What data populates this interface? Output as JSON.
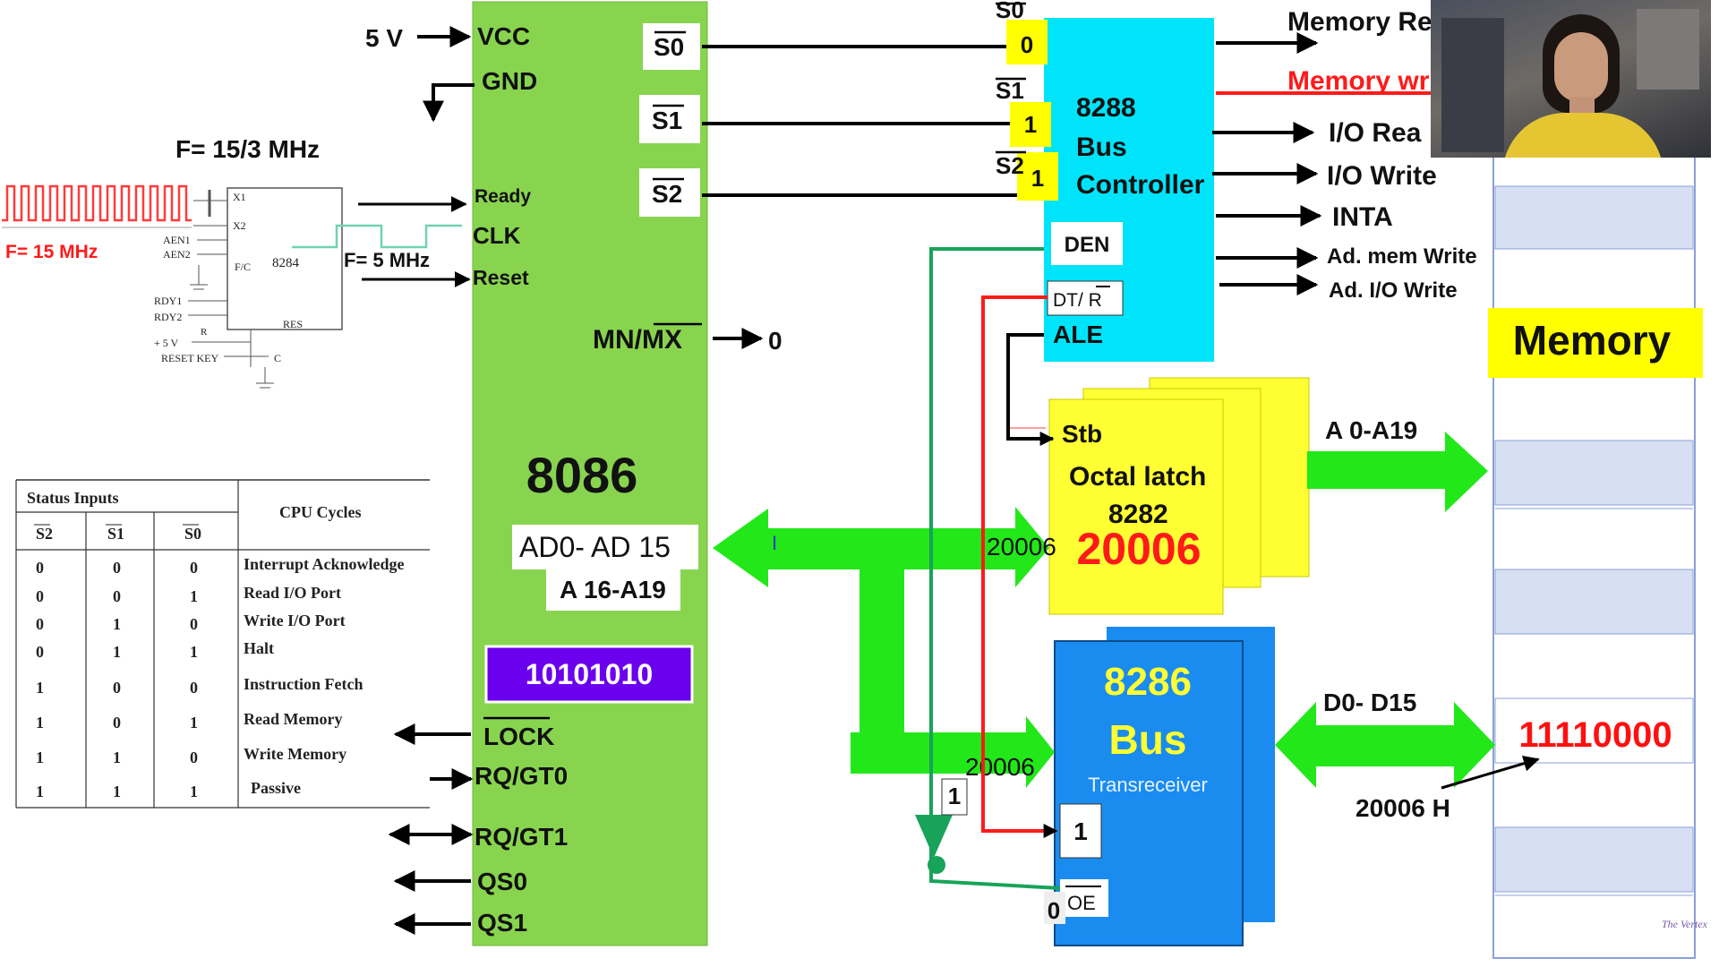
{
  "cpu": {
    "name": "8086",
    "pins_left": {
      "vcc": "VCC",
      "gnd": "GND",
      "ready": "Ready",
      "clk": "CLK",
      "reset": "Reset",
      "lock": "LOCK",
      "rqgt0": "RQ/GT0",
      "rqgt1": "RQ/GT1",
      "qs0": "QS0",
      "qs1": "QS1"
    },
    "status_pins": [
      "S0",
      "S1",
      "S2"
    ],
    "mn_mx": "MN/MX",
    "mn_mx_value": "0",
    "bus_labels": [
      "AD0- AD 15",
      "A 16-A19"
    ],
    "data_value": "10101010",
    "vcc_input": "5 V"
  },
  "clock": {
    "freq_in": "F= 15 MHz",
    "freq_divided": "F= 15/3 MHz",
    "freq_out": "F= 5 MHz",
    "chip": "8284",
    "pins": [
      "X1",
      "X2",
      "AEN1",
      "AEN2",
      "F/C",
      "RDY1",
      "RDY2",
      "R",
      "+ 5 V",
      "RESET KEY",
      "RES",
      "C"
    ]
  },
  "bus_controller": {
    "title_lines": [
      "8288",
      "Bus",
      "Controller"
    ],
    "inputs": [
      "0",
      "1",
      "1"
    ],
    "input_labels": [
      "S0",
      "S1",
      "S2"
    ],
    "pins": [
      "DEN",
      "DT/ R",
      "ALE"
    ],
    "outputs": [
      "Memory Re",
      "Memory wr",
      "I/O Rea",
      "I/O Write",
      "INTA",
      "Ad. mem Write",
      "Ad. I/O Write"
    ]
  },
  "latch": {
    "stb": "Stb",
    "lines": [
      "Octal latch",
      "8282"
    ],
    "value": "20006",
    "addr_in": "20006",
    "addr_bus": "A 0-A19"
  },
  "transceiver": {
    "lines": [
      "8286",
      "Bus",
      "Transreceiver"
    ],
    "dir_value": "1",
    "oe_label": "OE",
    "oe_value": "0",
    "addr_in": "20006",
    "gate_value": "1",
    "data_bus": "D0- D15"
  },
  "memory": {
    "title": "Memory",
    "value": "11110000",
    "address": "20006 H"
  },
  "status_table": {
    "header_group": "Status Inputs",
    "header_cycles": "CPU Cycles",
    "cols": [
      "S2",
      "S1",
      "S0"
    ],
    "rows": [
      {
        "s2": "0",
        "s1": "0",
        "s0": "0",
        "cycle": "Interrupt Acknowledge"
      },
      {
        "s2": "0",
        "s1": "0",
        "s0": "1",
        "cycle": "Read I/O Port"
      },
      {
        "s2": "0",
        "s1": "1",
        "s0": "0",
        "cycle": "Write I/O Port"
      },
      {
        "s2": "0",
        "s1": "1",
        "s0": "1",
        "cycle": "Halt"
      },
      {
        "s2": "1",
        "s1": "0",
        "s0": "0",
        "cycle": "Instruction Fetch"
      },
      {
        "s2": "1",
        "s1": "0",
        "s0": "1",
        "cycle": "Read Memory"
      },
      {
        "s2": "1",
        "s1": "1",
        "s0": "0",
        "cycle": "Write Memory"
      },
      {
        "s2": "1",
        "s1": "1",
        "s0": "1",
        "cycle": "Passive"
      }
    ]
  },
  "colors": {
    "cpu": "#88d44f",
    "controller": "#00e4fb",
    "latch": "#ffff33",
    "transceiver": "#1a8cf0",
    "bus": "#22e81a",
    "memory_title": "#ffff00",
    "red": "#ff1a1a",
    "data_box": "#6a00ee"
  },
  "watermark": "The Vertex"
}
